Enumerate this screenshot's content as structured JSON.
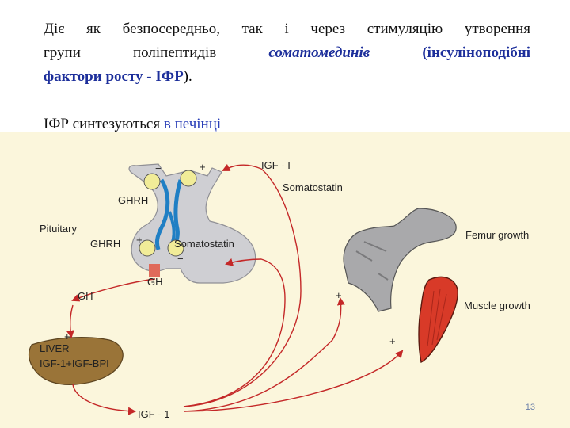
{
  "text": {
    "line1": "Діє як безпосередньо, так і через стимуляцію утворення",
    "line2_a": "групи поліпептидів",
    "line2_b": "соматомединів",
    "line2_c": "(інсуліноподібні",
    "line3_a": "фактори росту - ІФР",
    "line3_b": ").",
    "line4_a": "ІФР синтезуються",
    "line4_b": "в печінці"
  },
  "diagram": {
    "labels": {
      "igf1_top": "IGF - I",
      "somatostatin_top": "Somatostatin",
      "ghrh_top": "GHRH",
      "pituitary": "Pituitary",
      "ghrh_bottom": "GHRH",
      "somatostatin_inner": "Somatostatin",
      "gh_center": "GH",
      "gh_left": "GH",
      "liver": "LIVER",
      "igf_bpi": "IGF-1+IGF-BPI",
      "igf1_bottom": "IGF - 1",
      "femur_growth": "Femur growth",
      "muscle_growth": "Muscle growth",
      "minus": "−",
      "plus": "+"
    },
    "colors": {
      "arrow": "#c42828",
      "background": "#fbf6dc",
      "liver": "#9a7438",
      "muscle": "#d83a28",
      "vessel": "#1f7fc4"
    }
  },
  "page_number": "13"
}
